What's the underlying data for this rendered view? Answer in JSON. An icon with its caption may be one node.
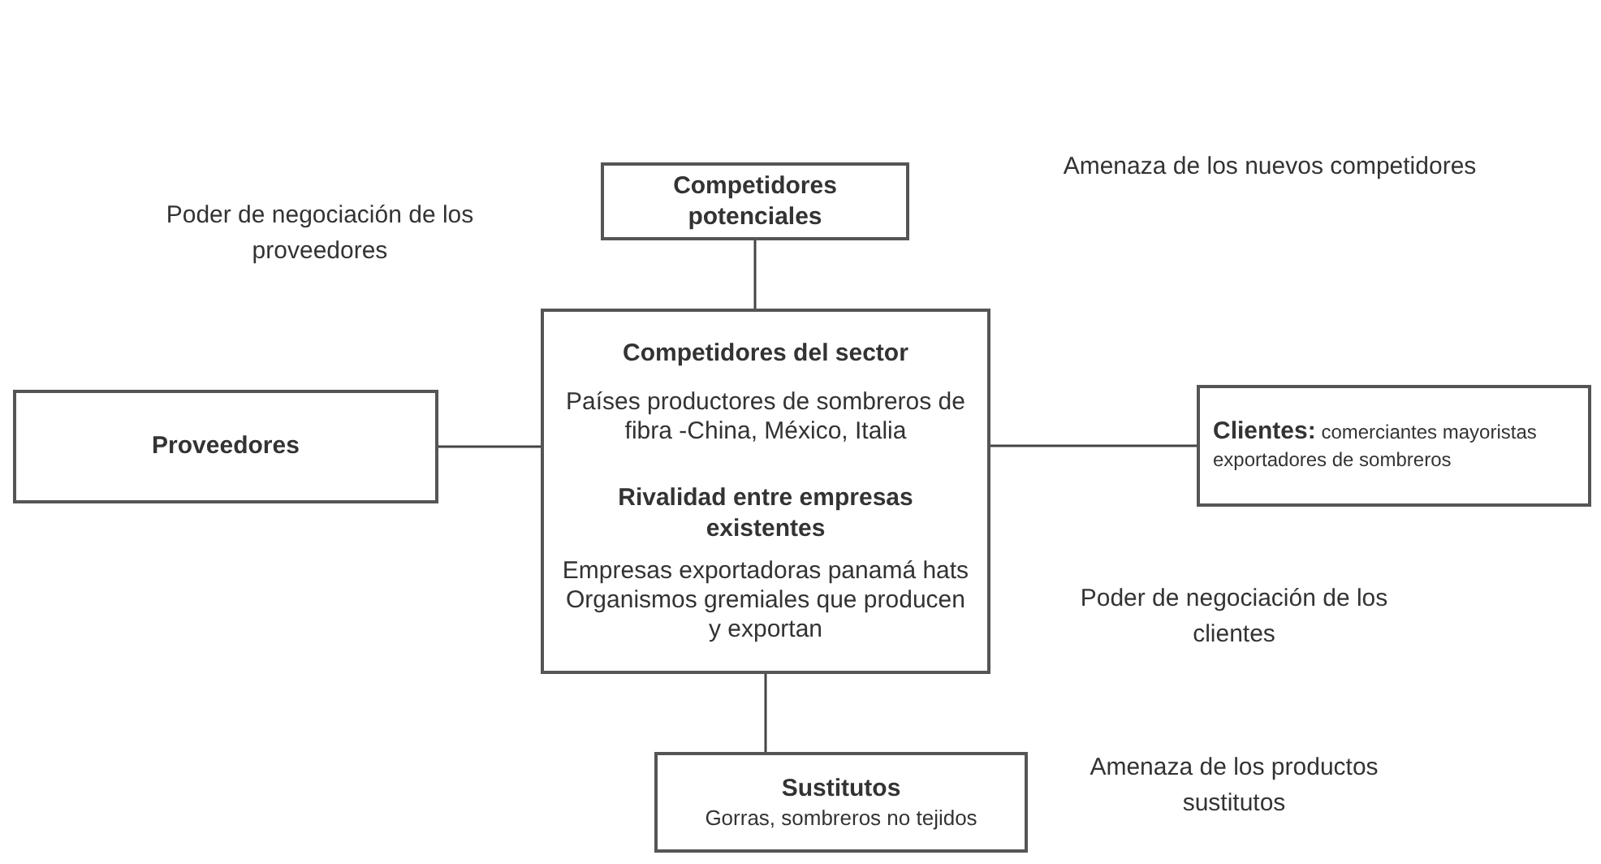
{
  "diagram": {
    "nodes": [
      {
        "text": [
          "Competidores potenciales"
        ]
      },
      {
        "text": [
          "Competidores del sector",
          "Países productores de sombreros de fibra -China, México, Italia",
          "Rivalidad entre empresas existentes",
          "Empresas exportadoras panamá hats",
          "Organismos gremiales que producen y exportan"
        ]
      },
      {
        "text": [
          "Proveedores"
        ]
      },
      {
        "text": [
          "**Clientes:** comerciantes mayoristas exportadores de sombreros"
        ]
      },
      {
        "text": [
          "Sustitutos",
          "Gorras, sombreros no tejidos"
        ]
      }
    ],
    "edges": [
      {
        "from": 0,
        "to": 1,
        "arrow": "none"
      },
      {
        "from": 2,
        "to": 1,
        "arrow": "none"
      },
      {
        "from": 1,
        "to": 3,
        "arrow": "none"
      },
      {
        "from": 1,
        "to": 4,
        "arrow": "none"
      }
    ],
    "labels": [
      "Amenaza de los nuevos competidores",
      "Poder de negociación de los proveedores",
      "Poder de negociación de los clientes",
      "Amenaza de los productos sustitutos"
    ]
  }
}
